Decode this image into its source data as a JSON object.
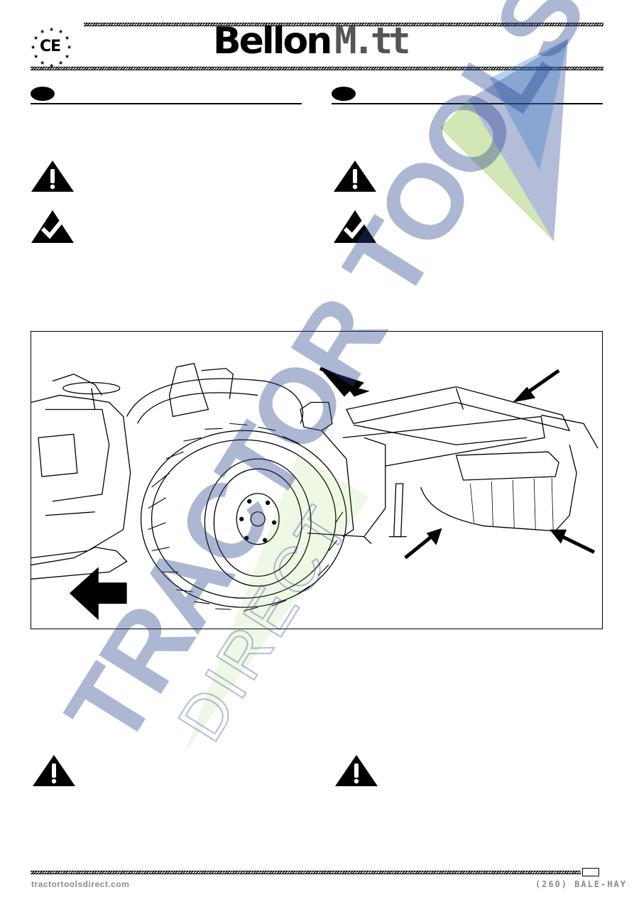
{
  "header": {
    "ce_mark": "CE",
    "brand_name": "Bellon",
    "brand_model": "M.tt"
  },
  "icons": {
    "warning": "warning-triangle-icon",
    "check": "checkmark-icon",
    "direction": "arrow-left-icon"
  },
  "watermark": {
    "main": "TRACTOR TOOLS",
    "sub": "DIRECT"
  },
  "footer": {
    "url": "tractortoolsdirect.com",
    "phone": "(260) BALE-HAY"
  },
  "colors": {
    "watermark_blue": "#26418f",
    "watermark_green": "#7dbb2a",
    "watermark_light_blue": "#3a7bc8"
  }
}
